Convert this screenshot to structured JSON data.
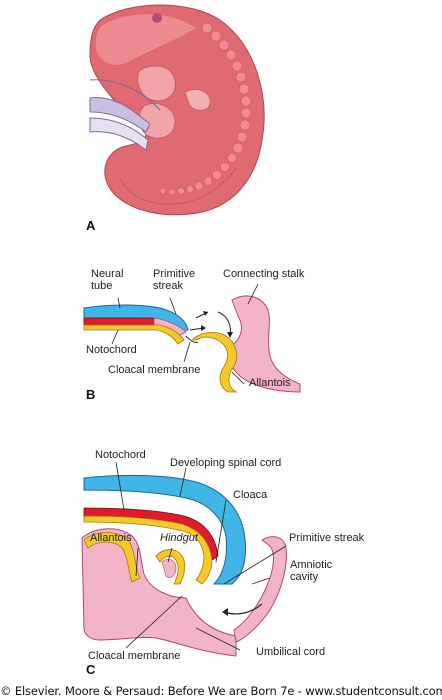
{
  "panels": {
    "a": {
      "letter": "A"
    },
    "b": {
      "letter": "B",
      "labels": {
        "neural_tube": "Neural\ntube",
        "primitive_streak": "Primitive\nstreak",
        "connecting_stalk": "Connecting stalk",
        "notochord": "Notochord",
        "cloacal_membrane": "Cloacal membrane",
        "allantois": "Allantois"
      }
    },
    "c": {
      "letter": "C",
      "labels": {
        "notochord": "Notochord",
        "developing_spinal_cord": "Developing spinal cord",
        "cloaca": "Cloaca",
        "allantois": "Allantois",
        "hindgut": "Hindgut",
        "primitive_streak": "Primitive streak",
        "amniotic_cavity": "Amniotic\ncavity",
        "umbilical_cord": "Umbilical cord",
        "cloacal_membrane": "Cloacal membrane"
      }
    }
  },
  "credit": "© Elsevier. Moore & Persaud: Before We are Born 7e - www.studentconsult.com",
  "colors": {
    "embryo_pink": "#e06a72",
    "embryo_light": "#f2a3a8",
    "neural_blue": "#3fb6e5",
    "notochord_red": "#e01b2b",
    "endoderm_yellow": "#f6c92a",
    "mesoderm_pink": "#f3b3c8",
    "cord_lavender": "#cbbfe0"
  }
}
